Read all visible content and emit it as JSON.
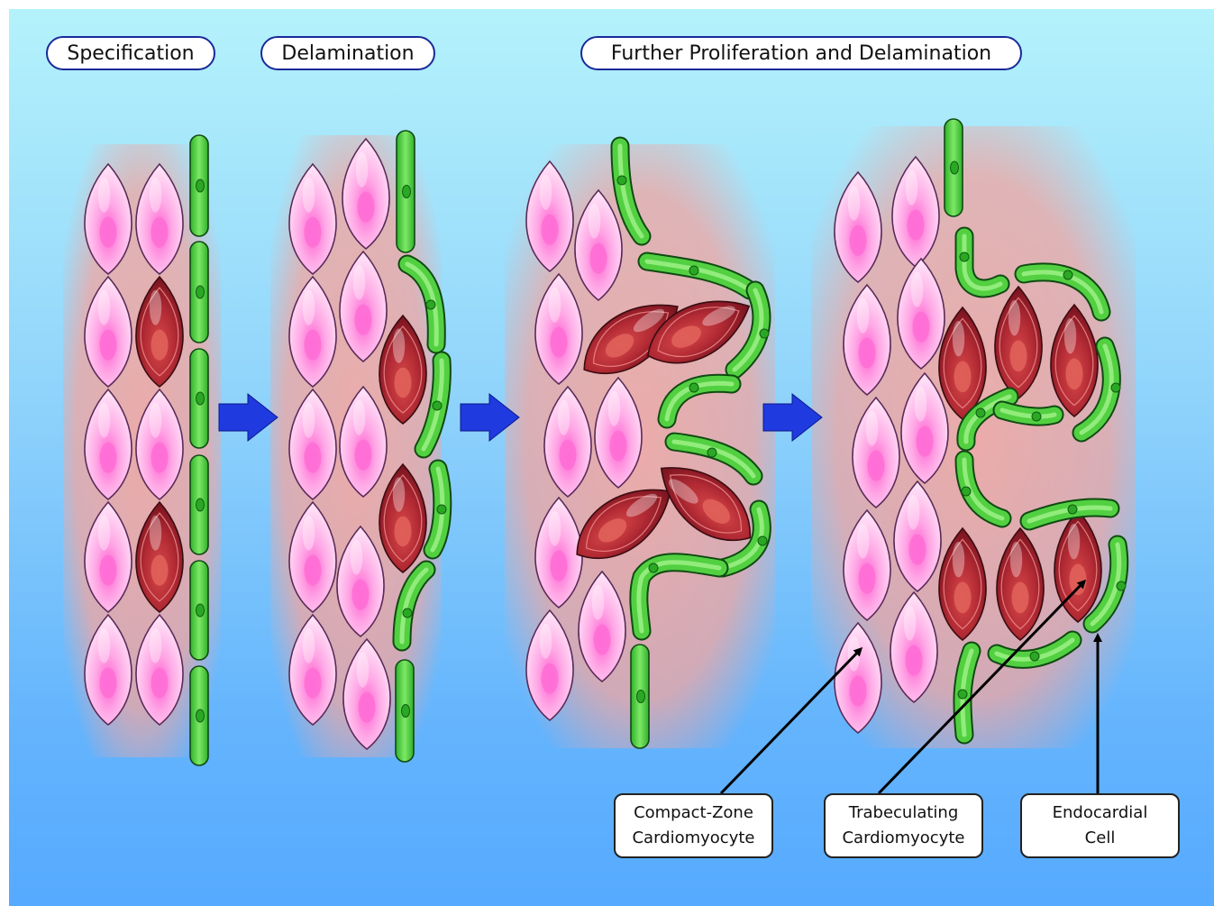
{
  "stages": {
    "specification": "Specification",
    "delamination": "Delamination",
    "further": "Further Proliferation and Delamination"
  },
  "callouts": {
    "compact": {
      "line1": "Compact-Zone",
      "line2": "Cardiomyocyte"
    },
    "trabeculating": {
      "line1": "Trabeculating",
      "line2": "Cardiomyocyte"
    },
    "endocardial": {
      "line1": "Endocardial",
      "line2": "Cell"
    }
  },
  "colors": {
    "arrow": "#1f3adf",
    "compact_cell": "#ff8fe0",
    "trabeculating_cell": "#b8323c",
    "endocardial_cell": "#43cc35",
    "tissue_glow": "#f4a0a0"
  }
}
